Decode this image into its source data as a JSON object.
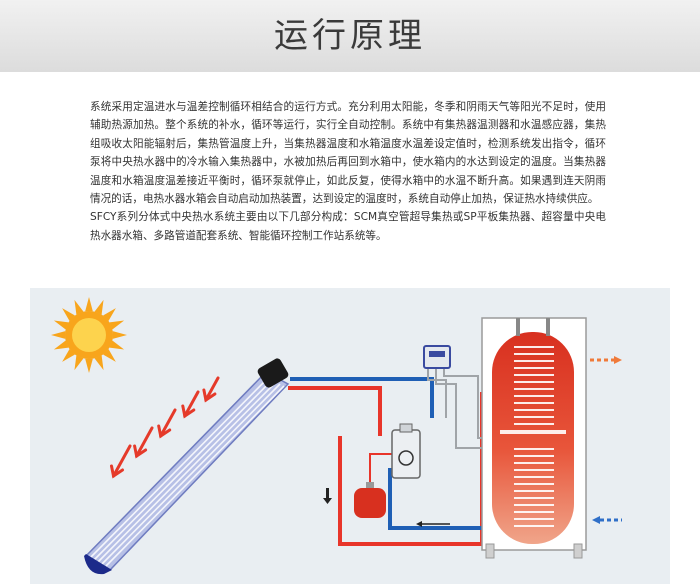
{
  "header": {
    "title": "运行原理"
  },
  "description": {
    "paragraph_1": "系统采用定温进水与温差控制循环相结合的运行方式。充分利用太阳能，冬季和阴雨天气等阳光不足时，使用辅助热源加热。整个系统的补水，循环等运行，实行全自动控制。系统中有集热器温测器和水温感应器，集热组吸收太阳能辐射后，集热管温度上升，当集热器温度和水箱温度水温差设定值时，检测系统发出指令，循环泵将中央热水器中的冷水输入集热器中，水被加热后再回到水箱中，使水箱内的水达到设定的温度。当集热器温度和水箱温度温差接近平衡时，循环泵就停止，如此反复，使得水箱中的水温不断升高。如果遇到连天阴雨情况的话，电热水器水箱会自动启动加热装置，达到设定的温度时，系统自动停止加热，保证热水持续供应。",
    "paragraph_2": "SFCY系列分体式中央热水系统主要由以下几部分构成：SCM真空管超导集热或SP平板集热器、超容量中央电热水器水箱、多路管道配套系统、智能循环控制工作站系统等。"
  },
  "diagram": {
    "colors": {
      "panel_bg": "#e9eef2",
      "sun_fill": "#f8a51c",
      "sun_center": "#fdd34d",
      "heat_arrow": "#e53a2a",
      "hot_pipe": "#e8352a",
      "cold_pipe": "#1f5fb5",
      "control_pipe": "#a0a4a8",
      "tank_hot": "#d8301f",
      "tank_cold": "#f0a58a",
      "outlet_hot": "#f07a3a",
      "outlet_cold": "#2f6fc8",
      "collector_tube": "#9aa7d8",
      "collector_cap": "#1c2a8a"
    },
    "icons": [
      "sun-icon",
      "controller-icon",
      "pump-icon",
      "expansion-tank-icon",
      "water-tank-icon"
    ]
  }
}
